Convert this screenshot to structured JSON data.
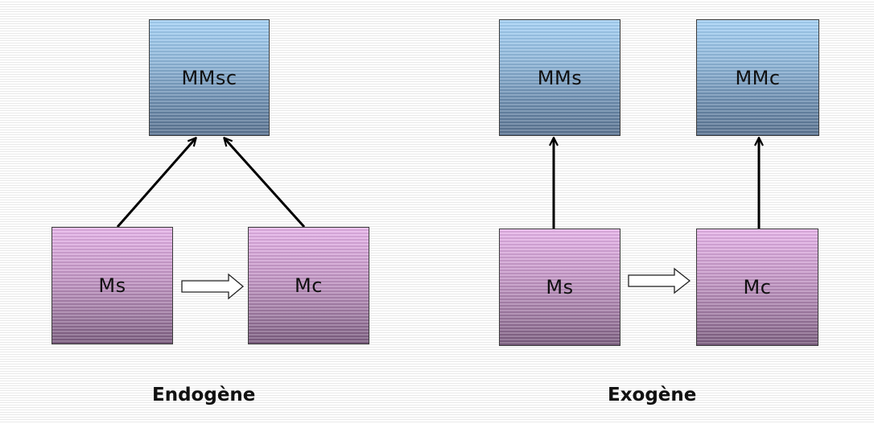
{
  "endogene": {
    "caption": "Endogène",
    "boxes": {
      "mmsc": "MMsc",
      "ms": "Ms",
      "mc": "Mc"
    }
  },
  "exogene": {
    "caption": "Exogène",
    "boxes": {
      "mms": "MMs",
      "mmc": "MMc",
      "ms": "Ms",
      "mc": "Mc"
    }
  },
  "colors": {
    "metamodel_box": "#8fb7da",
    "model_box": "#c799c9",
    "arrow": "#000000"
  }
}
